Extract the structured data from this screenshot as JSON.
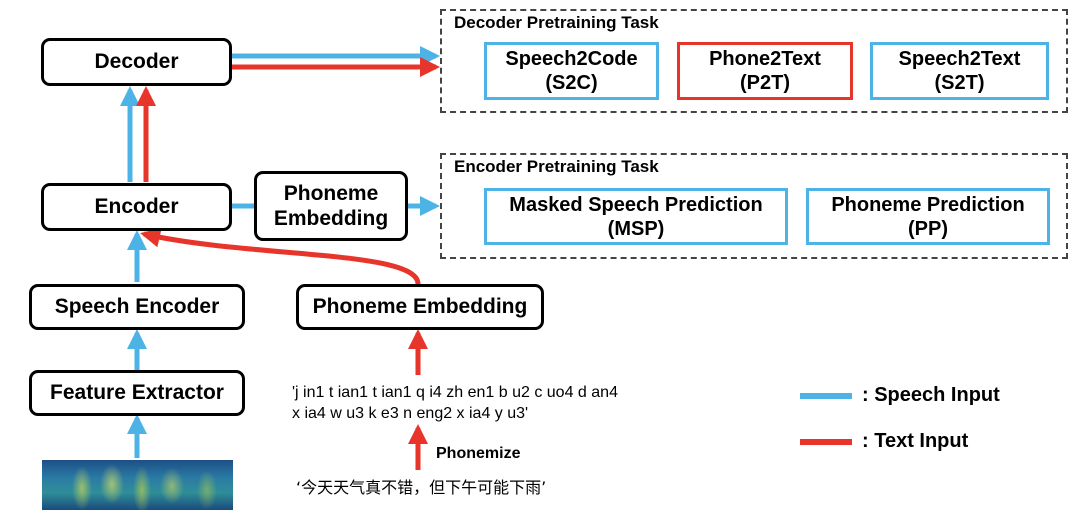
{
  "modules": {
    "decoder": "Decoder",
    "encoder": "Encoder",
    "speech_encoder": "Speech Encoder",
    "feature_extractor": "Feature Extractor",
    "phoneme_embedding_main": "Phoneme Embedding",
    "phoneme_embedding_side": [
      "Phoneme",
      "Embedding"
    ]
  },
  "decoder_group": {
    "title": "Decoder Pretraining Task",
    "tasks": [
      {
        "name": "Speech2Code",
        "abbr": "(S2C)",
        "color": "#4db3e6"
      },
      {
        "name": "Phone2Text",
        "abbr": "(P2T)",
        "color": "#e8352b"
      },
      {
        "name": "Speech2Text",
        "abbr": "(S2T)",
        "color": "#4db3e6"
      }
    ]
  },
  "encoder_group": {
    "title": "Encoder Pretraining Task",
    "tasks": [
      {
        "name": "Masked Speech Prediction",
        "abbr": "(MSP)",
        "color": "#4db3e6"
      },
      {
        "name": "Phoneme Prediction",
        "abbr": "(PP)",
        "color": "#4db3e6"
      }
    ]
  },
  "phoneme_text": {
    "line1": "'j in1 t ian1 t ian1 q i4 zh en1 b u2 c uo4 d an4",
    "line2": "x ia4 w u3 k e3 n eng2 x ia4 y u3'"
  },
  "phonemize_label": "Phonemize",
  "chinese_text": "‘今天天气真不错，但下午可能下雨’",
  "legend": {
    "speech": {
      "label": ":   Speech Input",
      "color": "#4db3e6"
    },
    "text": {
      "label": ":   Text Input",
      "color": "#e8352b"
    }
  },
  "colors": {
    "speech": "#4db3e6",
    "text": "#e8352b",
    "border": "#000000"
  }
}
